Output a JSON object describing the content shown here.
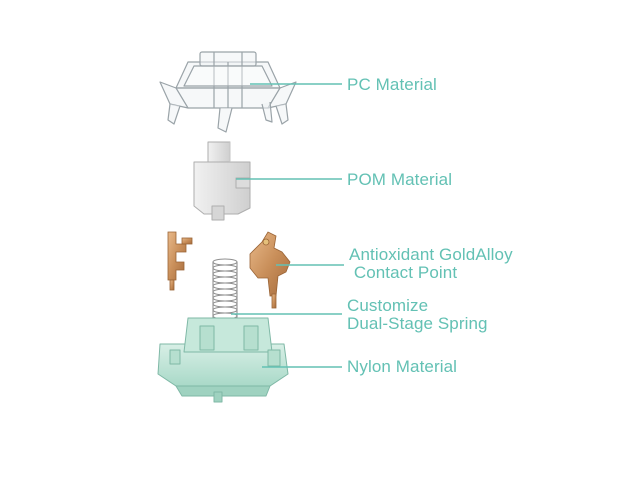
{
  "accent_color": "#63c1b4",
  "labels": {
    "top_housing": "PC Material",
    "stem": "POM Material",
    "contacts_line1": "Antioxidant GoldAlloy",
    "contacts_line2": " Contact Point",
    "spring_line1": "Customize",
    "spring_line2": "Dual-Stage Spring",
    "bottom_housing": "Nylon Material"
  }
}
